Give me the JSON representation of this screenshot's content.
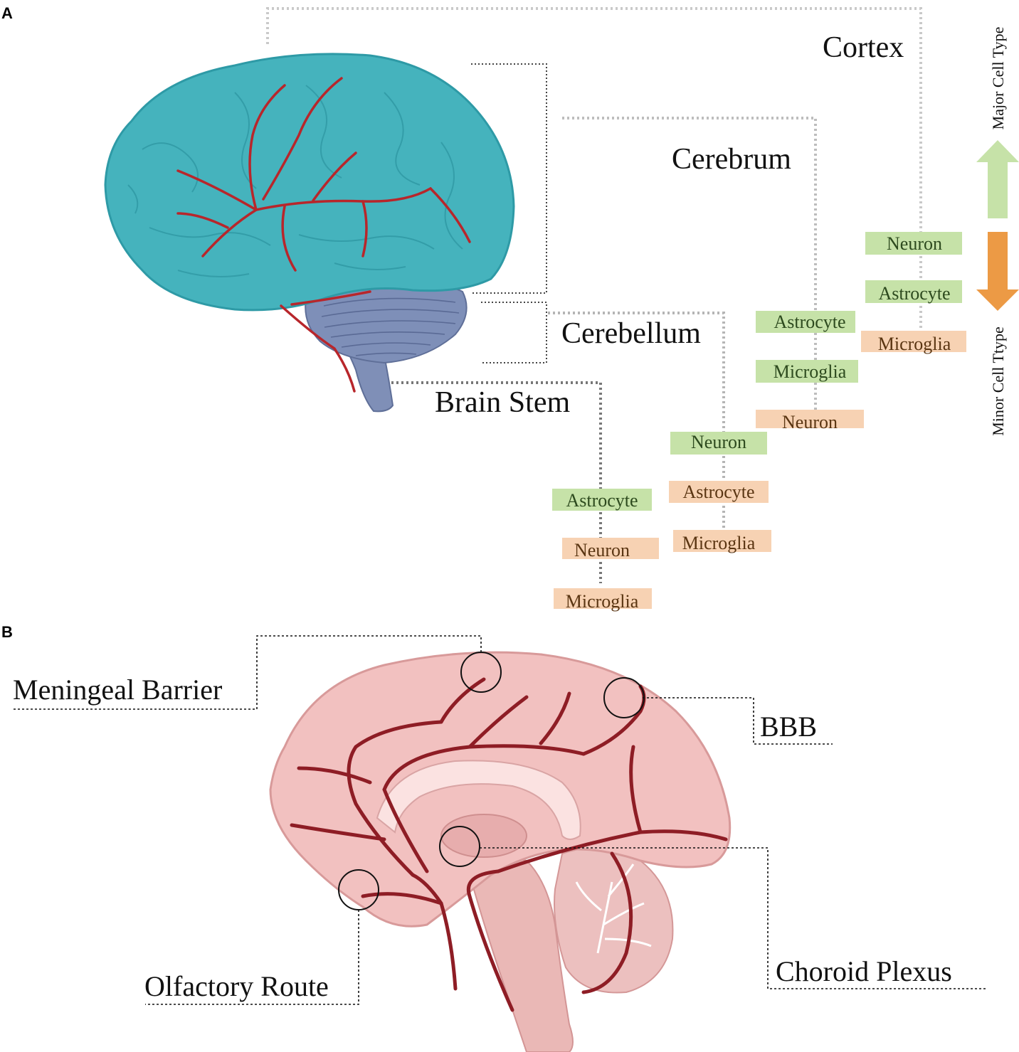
{
  "panel_a": {
    "letter": "A",
    "regions": {
      "cortex": {
        "name": "Cortex",
        "cells": [
          {
            "label": "Neuron",
            "tier": "major"
          },
          {
            "label": "Astrocyte",
            "tier": "major"
          },
          {
            "label": "Microglia",
            "tier": "minor"
          }
        ]
      },
      "cerebrum": {
        "name": "Cerebrum",
        "cells": [
          {
            "label": "Astrocyte",
            "tier": "major"
          },
          {
            "label": "Microglia",
            "tier": "major"
          },
          {
            "label": "Neuron",
            "tier": "minor"
          }
        ]
      },
      "cerebellum": {
        "name": "Cerebellum",
        "cells": [
          {
            "label": "Neuron",
            "tier": "major"
          },
          {
            "label": "Astrocyte",
            "tier": "minor"
          },
          {
            "label": "Microglia",
            "tier": "minor"
          }
        ]
      },
      "brainstem": {
        "name": "Brain Stem",
        "cells": [
          {
            "label": "Astrocyte",
            "tier": "major"
          },
          {
            "label": "Neuron",
            "tier": "minor"
          },
          {
            "label": "Microglia",
            "tier": "minor"
          }
        ]
      }
    },
    "legend": {
      "major_label": "Major Cell Type",
      "minor_label": "Minor Cell Ttype",
      "major_color": "#c6e2a8",
      "minor_color": "#ec9a45"
    }
  },
  "panel_b": {
    "letter": "B",
    "routes": {
      "meningeal": "Meningeal Barrier",
      "bbb": "BBB",
      "olfactory": "Olfactory Route",
      "choroid": "Choroid Plexus"
    }
  },
  "colors": {
    "brain_lateral": "#45b3bd",
    "cerebellum": "#7e8fb8",
    "vessel": "#b8262b",
    "brain_sagittal": "#f2c1c0",
    "vessel_dark": "#8e1d25",
    "major_tag": "#c6e2a8",
    "minor_tag": "#f7d2b3"
  }
}
